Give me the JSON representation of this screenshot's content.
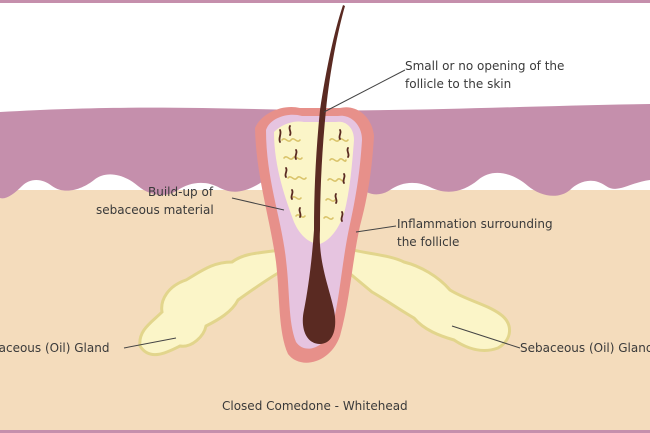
{
  "diagram": {
    "labels": {
      "opening_line1": "Small or no opening of the",
      "opening_line2": "follicle to the skin",
      "buildup_line1": "Build-up of",
      "buildup_line2": "sebaceous material",
      "inflammation_line1": "Inflammation surrounding",
      "inflammation_line2": "the follicle",
      "gland_left": "Sebaceous (Oil) Gland",
      "gland_right": "Sebaceous (Oil) Gland",
      "caption": "Closed Comedone - Whitehead"
    },
    "colors": {
      "sky": "#ffffff",
      "epidermis": "#c58fac",
      "dermis": "#f4dcbc",
      "follicle_outer": "#e7908a",
      "follicle_inner": "#e6c4e0",
      "sebum": "#fbf5c8",
      "hair": "#5a2a22",
      "frame": "#c58fac",
      "leader": "#444444"
    }
  }
}
